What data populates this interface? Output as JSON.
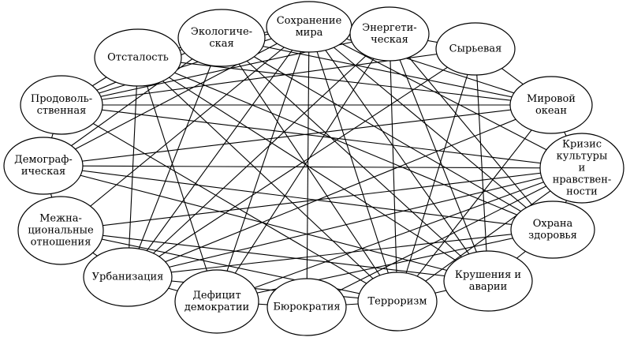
{
  "diagram": {
    "nodes": [
      {
        "id": "ecology",
        "label": "Экологиче-\nская"
      },
      {
        "id": "peace",
        "label": "Сохранение\nмира"
      },
      {
        "id": "energy",
        "label": "Энергети-\nческая"
      },
      {
        "id": "raw",
        "label": "Сырьевая"
      },
      {
        "id": "ocean",
        "label": "Мировой\nокеан"
      },
      {
        "id": "culture",
        "label": "Кризис\nкультуры и\nнравствен-\nности"
      },
      {
        "id": "health",
        "label": "Охрана\nздоровья"
      },
      {
        "id": "disasters",
        "label": "Крушения и\nаварии"
      },
      {
        "id": "terror",
        "label": "Терроризм"
      },
      {
        "id": "bureaucracy",
        "label": "Бюрократия"
      },
      {
        "id": "democracy",
        "label": "Дефицит\nдемократии"
      },
      {
        "id": "urban",
        "label": "Урбанизация"
      },
      {
        "id": "ethnic",
        "label": "Межна-\nциональные\nотношения"
      },
      {
        "id": "demography",
        "label": "Демограф-\nическая"
      },
      {
        "id": "food",
        "label": "Продоволь-\nственная"
      },
      {
        "id": "backward",
        "label": "Отсталость"
      }
    ],
    "edges": [
      [
        "ecology",
        "peace"
      ],
      [
        "peace",
        "energy"
      ],
      [
        "energy",
        "raw"
      ],
      [
        "raw",
        "ocean"
      ],
      [
        "ocean",
        "culture"
      ],
      [
        "culture",
        "health"
      ],
      [
        "health",
        "disasters"
      ],
      [
        "disasters",
        "terror"
      ],
      [
        "terror",
        "bureaucracy"
      ],
      [
        "bureaucracy",
        "democracy"
      ],
      [
        "democracy",
        "urban"
      ],
      [
        "urban",
        "ethnic"
      ],
      [
        "ethnic",
        "demography"
      ],
      [
        "demography",
        "food"
      ],
      [
        "food",
        "backward"
      ],
      [
        "backward",
        "ecology"
      ],
      [
        "peace",
        "urban"
      ],
      [
        "peace",
        "democracy"
      ],
      [
        "peace",
        "bureaucracy"
      ],
      [
        "peace",
        "terror"
      ],
      [
        "peace",
        "disasters"
      ],
      [
        "peace",
        "health"
      ],
      [
        "peace",
        "ocean"
      ],
      [
        "peace",
        "food"
      ],
      [
        "peace",
        "demography"
      ],
      [
        "peace",
        "ethnic"
      ],
      [
        "peace",
        "culture"
      ],
      [
        "peace",
        "backward"
      ],
      [
        "ecology",
        "disasters"
      ],
      [
        "ecology",
        "health"
      ],
      [
        "ecology",
        "urban"
      ],
      [
        "ecology",
        "demography"
      ],
      [
        "ecology",
        "food"
      ],
      [
        "ecology",
        "ocean"
      ],
      [
        "ecology",
        "terror"
      ],
      [
        "energy",
        "urban"
      ],
      [
        "energy",
        "disasters"
      ],
      [
        "energy",
        "terror"
      ],
      [
        "energy",
        "food"
      ],
      [
        "energy",
        "democracy"
      ],
      [
        "energy",
        "health"
      ],
      [
        "raw",
        "urban"
      ],
      [
        "raw",
        "food"
      ],
      [
        "raw",
        "disasters"
      ],
      [
        "raw",
        "terror"
      ],
      [
        "backward",
        "urban"
      ],
      [
        "backward",
        "democracy"
      ],
      [
        "backward",
        "terror"
      ],
      [
        "backward",
        "health"
      ],
      [
        "backward",
        "ocean"
      ],
      [
        "backward",
        "disasters"
      ],
      [
        "food",
        "culture"
      ],
      [
        "food",
        "ocean"
      ],
      [
        "food",
        "terror"
      ],
      [
        "demography",
        "culture"
      ],
      [
        "demography",
        "health"
      ],
      [
        "demography",
        "disasters"
      ],
      [
        "demography",
        "ocean"
      ],
      [
        "ethnic",
        "terror"
      ],
      [
        "ethnic",
        "culture"
      ],
      [
        "ethnic",
        "disasters"
      ],
      [
        "urban",
        "culture"
      ],
      [
        "urban",
        "terror"
      ],
      [
        "urban",
        "ocean"
      ],
      [
        "urban",
        "health"
      ],
      [
        "democracy",
        "culture"
      ],
      [
        "democracy",
        "health"
      ],
      [
        "bureaucracy",
        "culture"
      ],
      [
        "terror",
        "culture"
      ],
      [
        "terror",
        "ocean"
      ]
    ]
  }
}
